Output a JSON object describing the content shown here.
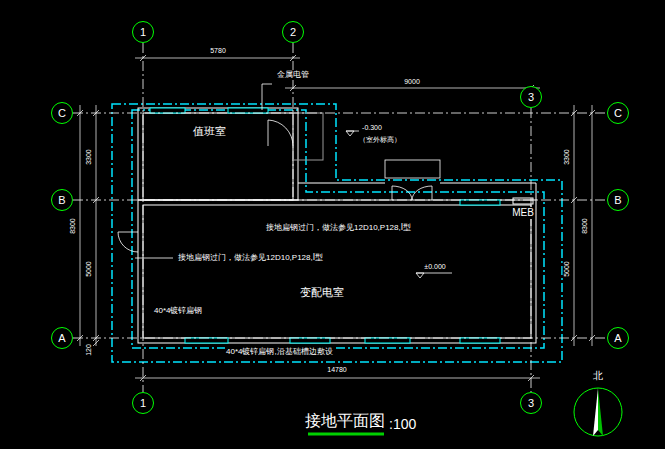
{
  "diagram": {
    "title": "接地平面图",
    "nodes": [
      {
        "text": [
          "1"
        ]
      },
      {
        "text": [
          "2"
        ]
      },
      {
        "text": [
          "3"
        ]
      },
      {
        "text": [
          "C"
        ]
      },
      {
        "text": [
          "C"
        ]
      },
      {
        "text": [
          "值班室"
        ]
      },
      {
        "text": [
          "B"
        ]
      },
      {
        "text": [
          "B"
        ]
      },
      {
        "text": [
          "变配电室"
        ]
      },
      {
        "text": [
          "A"
        ]
      },
      {
        "text": [
          "A"
        ]
      },
      {
        "text": [
          "1"
        ]
      },
      {
        "text": [
          "3"
        ]
      }
    ],
    "edges": [
      {
        "from": 0,
        "to": 11,
        "arrow": "none"
      },
      {
        "from": 2,
        "to": 12,
        "arrow": "none"
      },
      {
        "from": 3,
        "to": 4,
        "arrow": "none"
      },
      {
        "from": 6,
        "to": 7,
        "arrow": "none"
      },
      {
        "from": 9,
        "to": 10,
        "arrow": "none"
      }
    ],
    "labels": [
      "5780",
      "9000",
      "3300",
      "5000",
      "8300",
      "3300",
      "5000",
      "8300",
      "120",
      "14780",
      "金属电管",
      "-0.300",
      "（室外标高）",
      "接地扁钢过门，做法参见12D10,P128,Ⅰ型",
      "接地扁钢过门，做法参见12D10,P128,Ⅰ型",
      "±0.000",
      "40*4镀锌扁钢",
      "40*4镀锌扁钢,沿基础槽边敷设",
      "MEB",
      ":100",
      "北"
    ]
  }
}
